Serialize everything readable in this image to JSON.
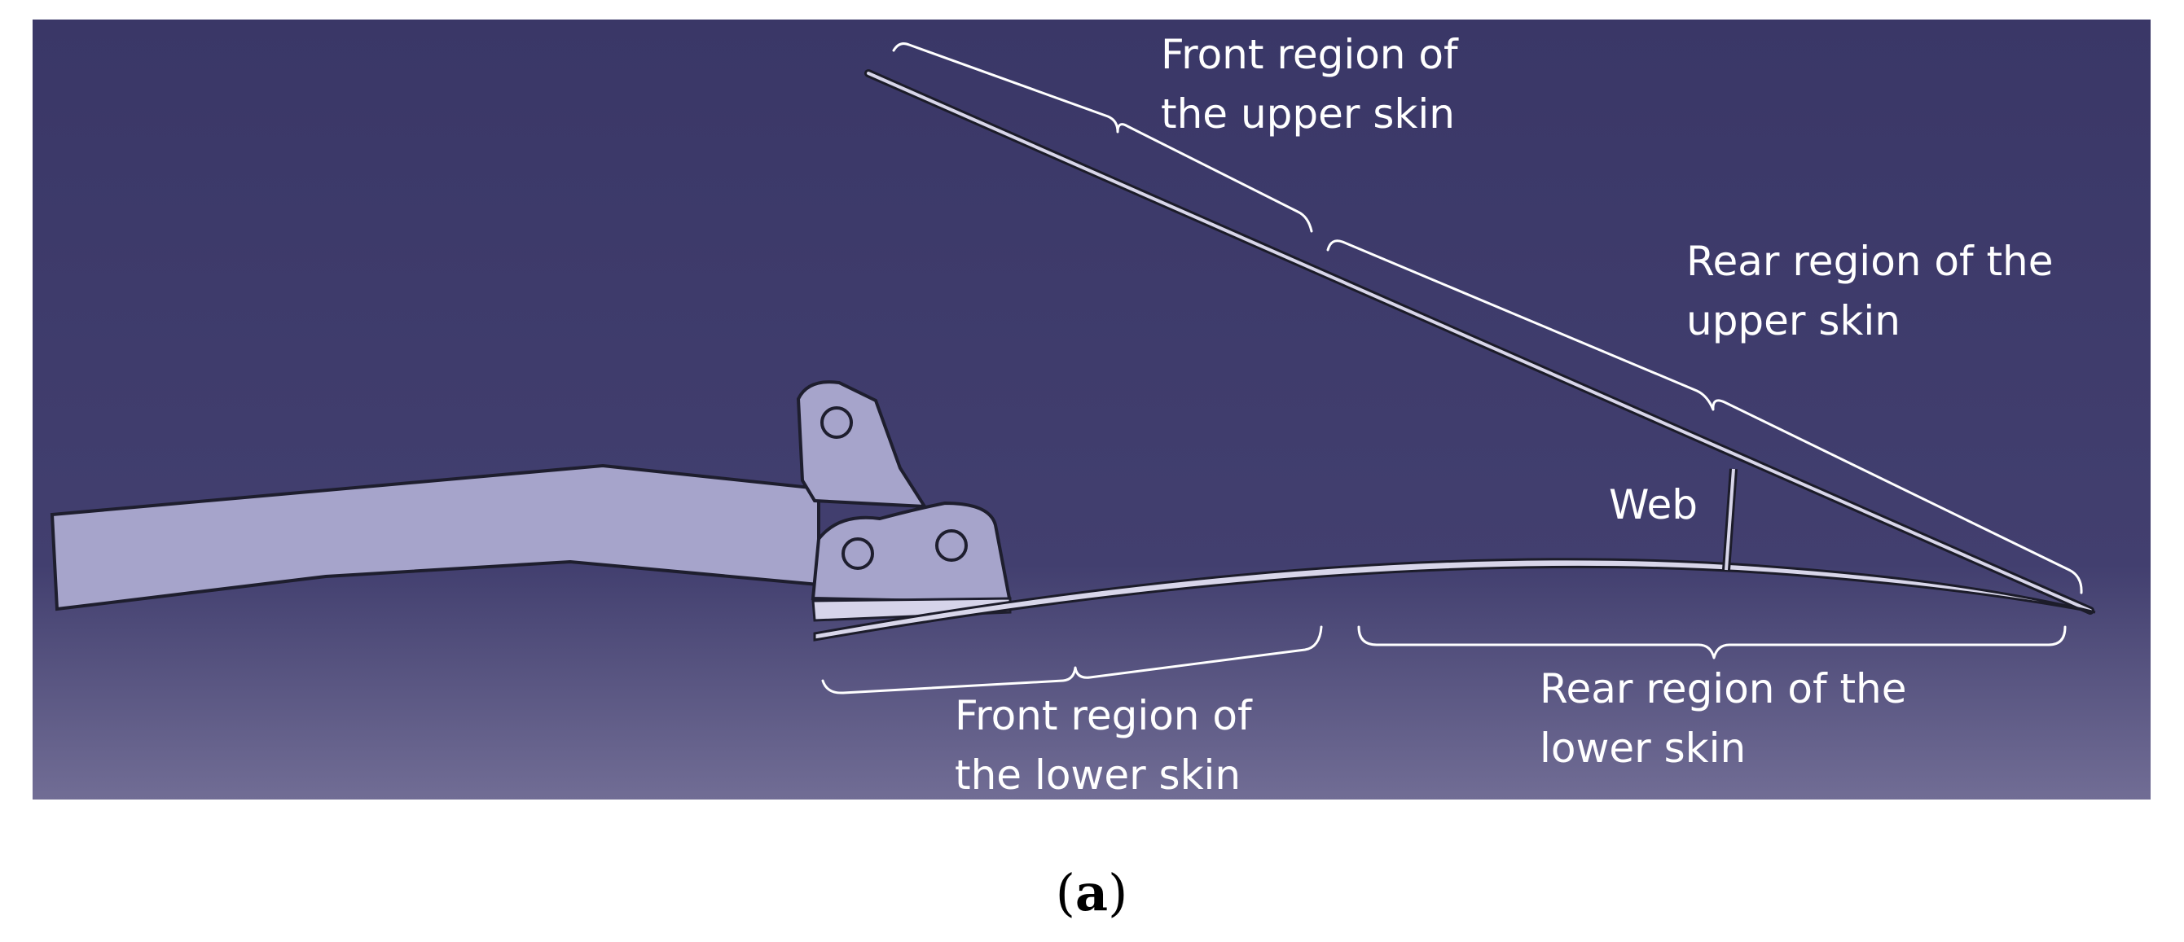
{
  "labels": {
    "front_upper": [
      "Front  region of",
      "the upper skin"
    ],
    "rear_upper": [
      "Rear  region of the",
      "upper skin"
    ],
    "web": "Web",
    "front_lower": [
      "Front  region of",
      "the lower skin"
    ],
    "rear_lower": [
      "Rear  region of the",
      "lower skin"
    ]
  },
  "caption": {
    "open": "(",
    "letter": "a",
    "close": ")"
  },
  "colors": {
    "background_top": "#3b3868",
    "background_bottom": "#6f6b93",
    "part_fill": "#a6a4cb",
    "part_edge": "#222233",
    "skin_fill": "#d8d6ea",
    "annotation": "#ffffff",
    "caption": "#000000"
  }
}
